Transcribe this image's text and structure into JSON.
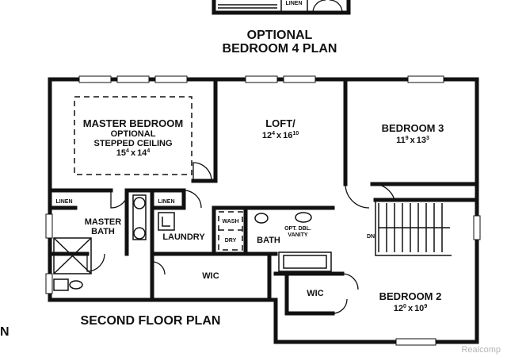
{
  "optional_title": {
    "line1": "OPTIONAL",
    "line2": "BEDROOM 4 PLAN"
  },
  "top_inset": {
    "linen": "LINEN"
  },
  "plan_title": "SECOND FLOOR PLAN",
  "left_fragment": "N",
  "rooms": {
    "master_bedroom": {
      "name": "MASTER BEDROOM",
      "note1": "OPTIONAL",
      "note2": "STEPPED CEILING",
      "dim_a": "15",
      "dim_a_sup": "4",
      "dim_x": "x",
      "dim_b": "14",
      "dim_b_sup": "4"
    },
    "loft": {
      "name": "LOFT/",
      "dim_a": "12",
      "dim_a_sup": "4",
      "dim_x": "x",
      "dim_b": "16",
      "dim_b_sup": "10"
    },
    "bedroom3": {
      "name": "BEDROOM 3",
      "dim_a": "11",
      "dim_a_sup": "9",
      "dim_x": "x",
      "dim_b": "13",
      "dim_b_sup": "3"
    },
    "bedroom2": {
      "name": "BEDROOM 2",
      "dim_a": "12",
      "dim_a_sup": "0",
      "dim_x": "x",
      "dim_b": "10",
      "dim_b_sup": "9"
    },
    "master_bath": {
      "line1": "MASTER",
      "line2": "BATH"
    },
    "laundry": "LAUNDRY",
    "bath": "BATH",
    "wic_main": "WIC",
    "wic_small": "WIC",
    "linen_left": "LINEN",
    "linen_mid": "LINEN",
    "wash": "WASH",
    "dry": "DRY",
    "vanity1": "OPT. DBL.",
    "vanity2": "VANITY",
    "stair_dn": "DN"
  },
  "watermark": "Realcomp",
  "colors": {
    "ink": "#111111",
    "watermark": "#b5b5b5",
    "background": "#ffffff"
  }
}
